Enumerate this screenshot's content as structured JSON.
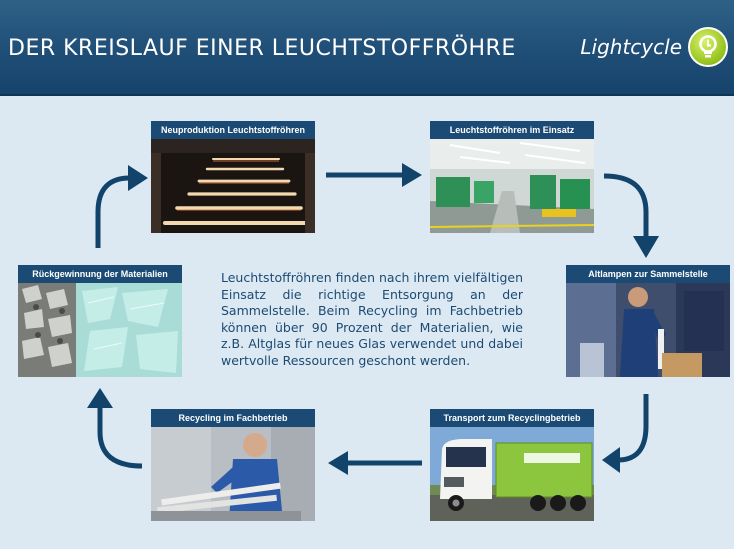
{
  "header": {
    "title": "DER KREISLAUF EINER LEUCHTSTOFFRÖHRE",
    "logo_text": "Lightcycle",
    "logo_icon": "lightbulb-icon",
    "background_color": "#1f4e76",
    "accent_color": "#93c11d"
  },
  "cycle": {
    "label_color": "#1b4b74",
    "arrow_color": "#12436b",
    "steps": [
      {
        "label": "Neuproduktion Leuchtstoffröhren",
        "photo": "tube-production-line"
      },
      {
        "label": "Leuchtstoffröhren im Einsatz",
        "photo": "factory-hall-lighting"
      },
      {
        "label": "Altlampen zur Sammelstelle",
        "photo": "worker-collecting-lamps"
      },
      {
        "label": "Transport zum Recyclingbetrieb",
        "photo": "recycling-truck"
      },
      {
        "label": "Recycling im Fachbetrieb",
        "photo": "worker-sorting-glass"
      },
      {
        "label": "Rückgewinnung der Materialien",
        "photo": "recovered-scrap-and-glass"
      }
    ]
  },
  "description": "Leuchtstoffröhren finden nach ihrem vielfältigen Einsatz die richtige Entsorgung an der Sammelstelle. Beim Recycling im Fachbetrieb können über 90 Prozent der Materialien, wie z.B. Altglas für neues Glas verwendet und dabei wertvolle Ressourcen geschont werden."
}
